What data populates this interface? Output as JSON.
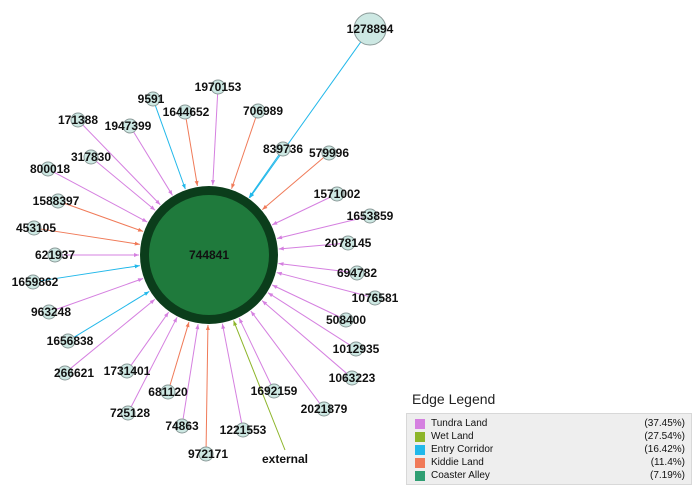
{
  "center": {
    "id": "744841",
    "fill": "#1f7a3c",
    "ring": "#0b3d1b"
  },
  "nodes": [
    {
      "id": "1278894",
      "type": "Entry Corridor",
      "big": true
    },
    {
      "id": "1970153",
      "type": "Tundra Land"
    },
    {
      "id": "9591",
      "type": "Entry Corridor"
    },
    {
      "id": "1644652",
      "type": "Kiddie Land"
    },
    {
      "id": "706989",
      "type": "Kiddie Land"
    },
    {
      "id": "171388",
      "type": "Tundra Land"
    },
    {
      "id": "1947399",
      "type": "Tundra Land"
    },
    {
      "id": "839736",
      "type": "Entry Corridor"
    },
    {
      "id": "579996",
      "type": "Kiddie Land"
    },
    {
      "id": "317830",
      "type": "Tundra Land"
    },
    {
      "id": "800018",
      "type": "Tundra Land"
    },
    {
      "id": "1571002",
      "type": "Tundra Land"
    },
    {
      "id": "1588397",
      "type": "Kiddie Land"
    },
    {
      "id": "1653859",
      "type": "Tundra Land"
    },
    {
      "id": "453105",
      "type": "Kiddie Land"
    },
    {
      "id": "2078145",
      "type": "Tundra Land"
    },
    {
      "id": "621937",
      "type": "Tundra Land"
    },
    {
      "id": "694782",
      "type": "Tundra Land"
    },
    {
      "id": "1659862",
      "type": "Entry Corridor"
    },
    {
      "id": "1076581",
      "type": "Tundra Land"
    },
    {
      "id": "963248",
      "type": "Tundra Land"
    },
    {
      "id": "508400",
      "type": "Tundra Land"
    },
    {
      "id": "1656838",
      "type": "Entry Corridor"
    },
    {
      "id": "1012935",
      "type": "Tundra Land"
    },
    {
      "id": "266621",
      "type": "Tundra Land"
    },
    {
      "id": "1731401",
      "type": "Tundra Land"
    },
    {
      "id": "1063223",
      "type": "Tundra Land"
    },
    {
      "id": "681120",
      "type": "Kiddie Land"
    },
    {
      "id": "1692159",
      "type": "Tundra Land"
    },
    {
      "id": "725128",
      "type": "Tundra Land"
    },
    {
      "id": "2021879",
      "type": "Tundra Land"
    },
    {
      "id": "74863",
      "type": "Tundra Land"
    },
    {
      "id": "1221553",
      "type": "Tundra Land"
    },
    {
      "id": "972171",
      "type": "Kiddie Land"
    },
    {
      "id": "external",
      "type": "Wet Land",
      "no_circle": true
    }
  ],
  "legend": {
    "title": "Edge Legend",
    "items": [
      {
        "name": "Tundra Land",
        "color": "#d580e0",
        "pct": "(37.45%)"
      },
      {
        "name": "Wet Land",
        "color": "#8db52a",
        "pct": "(27.54%)"
      },
      {
        "name": "Entry Corridor",
        "color": "#22b8ea",
        "pct": "(16.42%)"
      },
      {
        "name": "Kiddie Land",
        "color": "#f07a58",
        "pct": "(11.4%)"
      },
      {
        "name": "Coaster Alley",
        "color": "#2f9e72",
        "pct": "(7.19%)"
      }
    ]
  }
}
